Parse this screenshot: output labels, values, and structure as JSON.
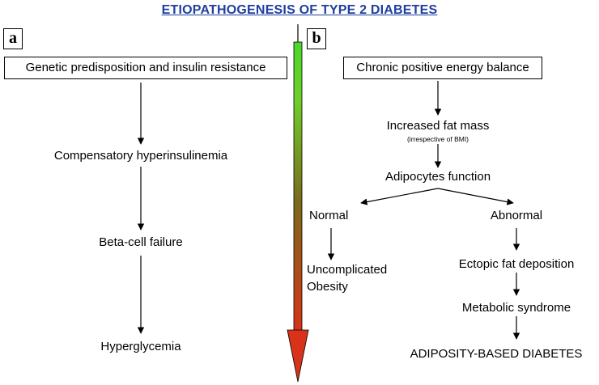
{
  "title": "ETIOPATHOGENESIS OF TYPE 2 DIABETES",
  "colors": {
    "title": "#1f3fa0",
    "gradient_top": "#4cd62a",
    "gradient_mid": "#7a6a1e",
    "gradient_bottom": "#d8331a"
  },
  "panel_a": {
    "label": "a",
    "top_box": "Genetic predisposition and insulin resistance",
    "steps": [
      "Compensatory hyperinsulinemia",
      "Beta-cell failure",
      "Hyperglycemia"
    ]
  },
  "panel_b": {
    "label": "b",
    "top_box": "Chronic positive energy balance",
    "increased_fat": "Increased fat mass",
    "increased_fat_note": "(irrespective of BMI)",
    "adipocytes": "Adipocytes function",
    "normal_branch": {
      "label": "Normal",
      "outcome_line1": "Uncomplicated",
      "outcome_line2": "Obesity"
    },
    "abnormal_branch": {
      "label": "Abnormal",
      "steps": [
        "Ectopic fat deposition",
        "Metabolic syndrome",
        "ADIPOSITY-BASED DIABETES"
      ]
    }
  }
}
